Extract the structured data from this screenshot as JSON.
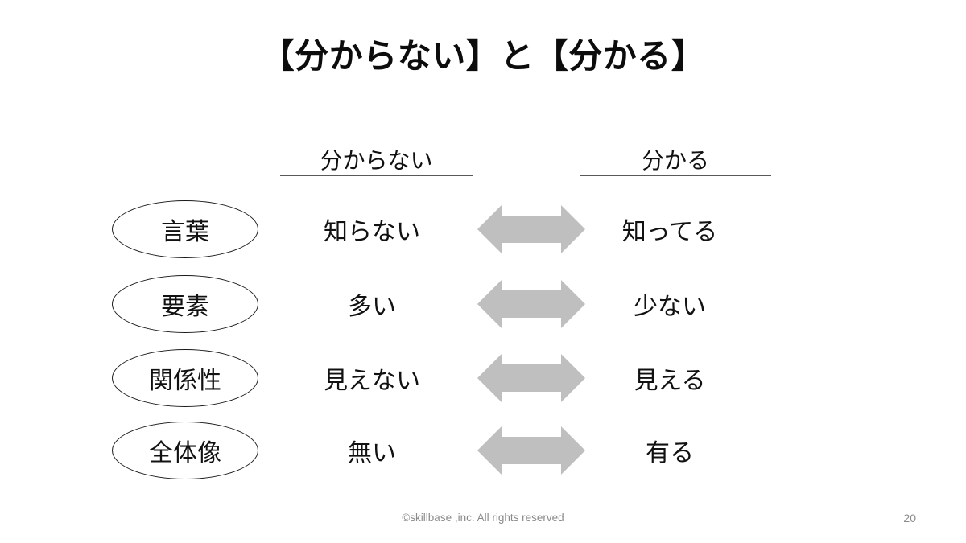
{
  "slide": {
    "title": "【分からない】と【分かる】"
  },
  "table": {
    "columns": [
      {
        "label": "分からない"
      },
      {
        "label": "分かる"
      }
    ],
    "rows": [
      {
        "category": "言葉",
        "left": "知らない",
        "right": "知ってる"
      },
      {
        "category": "要素",
        "left": "多い",
        "right": "少ない"
      },
      {
        "category": "関係性",
        "left": "見えない",
        "right": "見える"
      },
      {
        "category": "全体像",
        "left": "無い",
        "right": "有る"
      }
    ]
  },
  "footer": {
    "copyright": "©skillbase ,inc. All rights reserved",
    "page_number": "20"
  },
  "colors": {
    "arrow": "#BFBFBF",
    "underline": "#595959",
    "footer_text": "#8A8A8A",
    "text": "#111111"
  }
}
